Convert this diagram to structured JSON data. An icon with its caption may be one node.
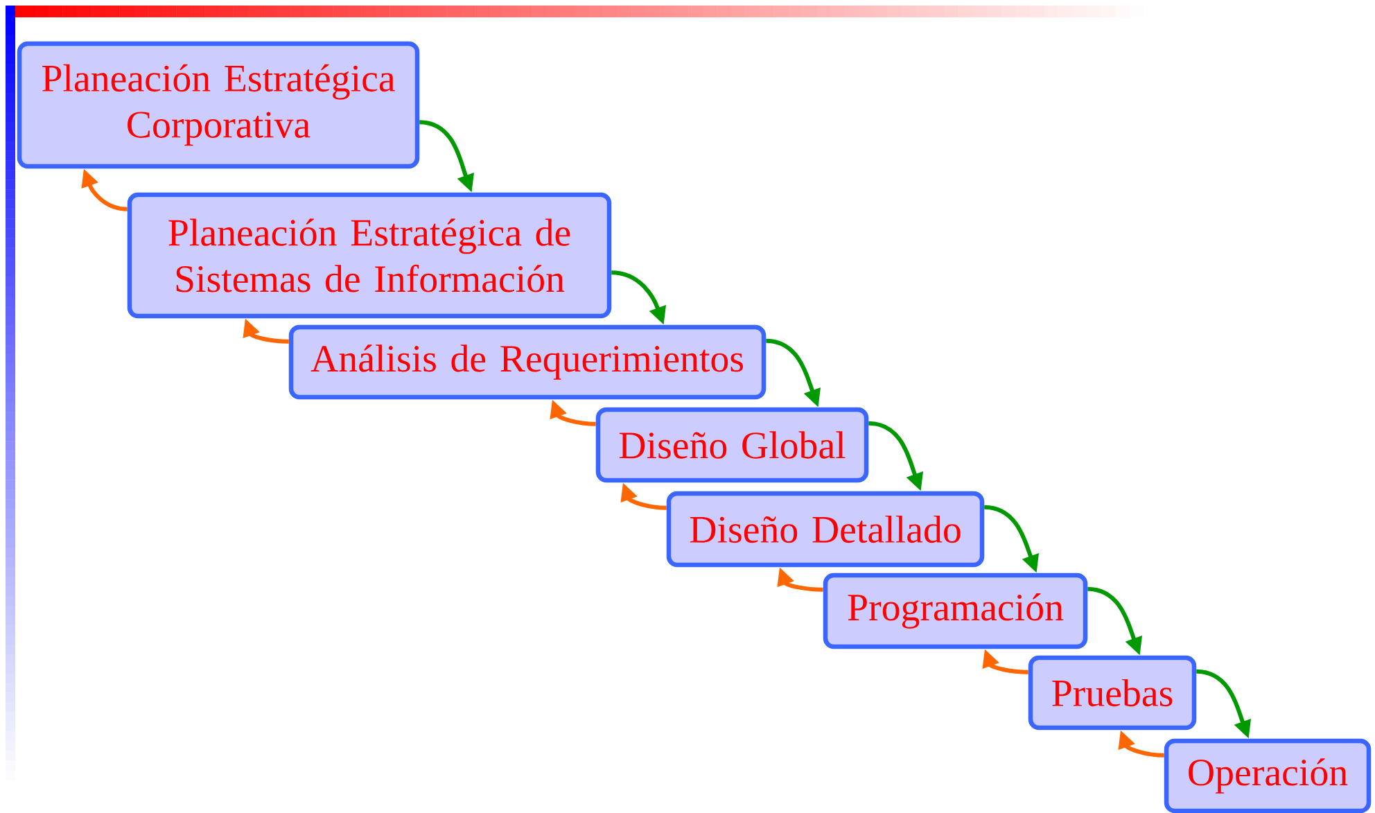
{
  "diagram": {
    "nodes": [
      {
        "text": [
          "Planeación Estratégica Corporativa"
        ]
      },
      {
        "text": [
          "Planeación Estratégica de Sistemas de Información"
        ]
      },
      {
        "text": [
          "Análisis de Requerimientos"
        ]
      },
      {
        "text": [
          "Diseño Global"
        ]
      },
      {
        "text": [
          "Diseño Detallado"
        ]
      },
      {
        "text": [
          "Programación"
        ]
      },
      {
        "text": [
          "Pruebas"
        ]
      },
      {
        "text": [
          "Operación"
        ]
      }
    ],
    "edges": [
      {
        "from": 0,
        "to": 1,
        "arrow": "to",
        "color": "#009900"
      },
      {
        "from": 1,
        "to": 2,
        "arrow": "to",
        "color": "#009900"
      },
      {
        "from": 2,
        "to": 3,
        "arrow": "to",
        "color": "#009900"
      },
      {
        "from": 3,
        "to": 4,
        "arrow": "to",
        "color": "#009900"
      },
      {
        "from": 4,
        "to": 5,
        "arrow": "to",
        "color": "#009900"
      },
      {
        "from": 5,
        "to": 6,
        "arrow": "to",
        "color": "#009900"
      },
      {
        "from": 6,
        "to": 7,
        "arrow": "to",
        "color": "#009900"
      },
      {
        "from": 1,
        "to": 0,
        "arrow": "to",
        "color": "#ff6600"
      },
      {
        "from": 2,
        "to": 1,
        "arrow": "to",
        "color": "#ff6600"
      },
      {
        "from": 3,
        "to": 2,
        "arrow": "to",
        "color": "#ff6600"
      },
      {
        "from": 4,
        "to": 3,
        "arrow": "to",
        "color": "#ff6600"
      },
      {
        "from": 5,
        "to": 4,
        "arrow": "to",
        "color": "#ff6600"
      },
      {
        "from": 6,
        "to": 5,
        "arrow": "to",
        "color": "#ff6600"
      },
      {
        "from": 7,
        "to": 6,
        "arrow": "to",
        "color": "#ff6600"
      }
    ]
  }
}
